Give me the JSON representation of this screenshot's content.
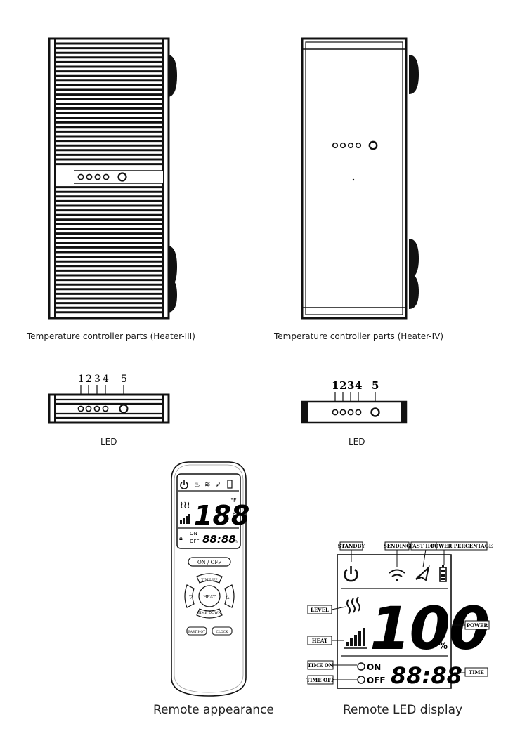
{
  "captions": {
    "heater3": "Temperature controller parts (Heater-III)",
    "heater4": "Temperature controller parts (Heater-IV)",
    "led_left": "LED",
    "led_right": "LED",
    "remote_appearance": "Remote appearance",
    "remote_display": "Remote LED display"
  },
  "led_numbers": [
    "1",
    "2",
    "3",
    "4",
    "5"
  ],
  "remote": {
    "display_value": "188",
    "unit_f": "°F",
    "unit_h": "h",
    "unit_pct": "%",
    "on_label": "ON",
    "off_label": "OFF",
    "time_value": "88:88",
    "time_unit": "h",
    "buttons": {
      "on_off": "ON / OFF",
      "time_up": "TIME UP",
      "heat": "HEAT",
      "time_down": "TIME DOWN",
      "fast_hot": "FAST HOT",
      "clock": "CLOCK"
    }
  },
  "display_diagram": {
    "value": "100",
    "pct": "%",
    "on_label": "ON",
    "off_label": "OFF",
    "time_value": "88:88",
    "labels": {
      "standby": "STANDBY",
      "sending": "SENDING",
      "fast_hot": "FAST HOT",
      "power_percentage": "POWER PERCENTAGE",
      "level": "LEVEL",
      "heat": "HEAT",
      "power": "POWER",
      "time_on": "TIME ON",
      "time_off": "TIME OFF",
      "time": "TIME"
    }
  }
}
